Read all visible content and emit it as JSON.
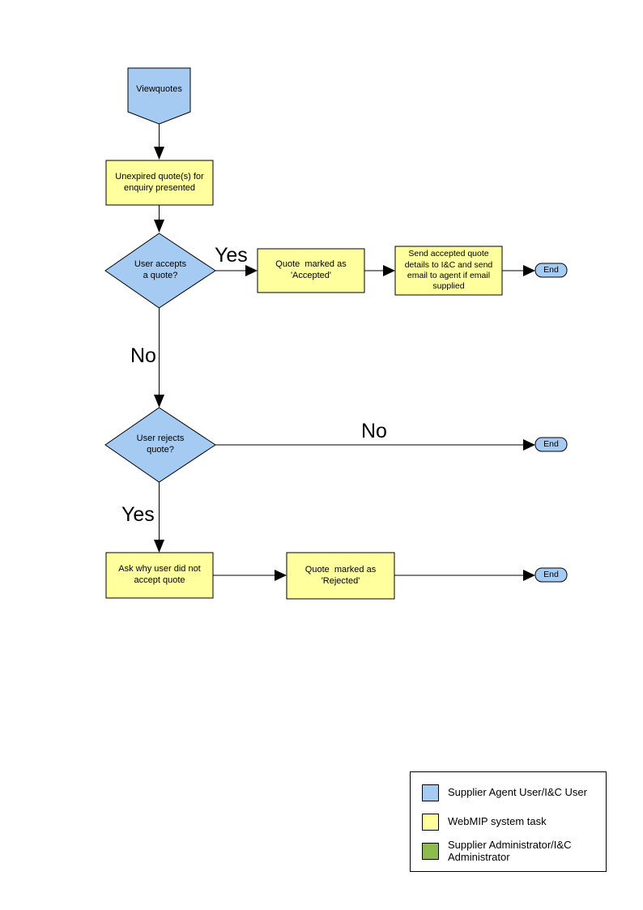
{
  "colors": {
    "actor_blue": "#A6CBF3",
    "task_yellow": "#FFFF9E",
    "admin_green": "#8EBB4D",
    "outline": "#000000",
    "connector_black": "#000000",
    "background": "#FFFFFF"
  },
  "nodes": {
    "start": {
      "label": "Viewquotes",
      "type": "start-pentagon"
    },
    "present": {
      "label": "Unexpired quote(s) for\nenquiry presented",
      "type": "task"
    },
    "accept_decision": {
      "label": "User accepts\na quote?",
      "type": "decision"
    },
    "mark_accepted": {
      "label": "Quote  marked as\n'Accepted'",
      "type": "task"
    },
    "send_details": {
      "label": "Send accepted quote\ndetails to I&C and send\nemail to agent if email\nsupplied",
      "type": "task"
    },
    "end_accept": {
      "label": "End",
      "type": "terminator"
    },
    "reject_decision": {
      "label": "User rejects\nquote?",
      "type": "decision"
    },
    "end_reject_no": {
      "label": "End",
      "type": "terminator"
    },
    "ask_why": {
      "label": "Ask why user did not\naccept quote",
      "type": "task"
    },
    "mark_rejected": {
      "label": "Quote  marked as\n'Rejected'",
      "type": "task"
    },
    "end_rejected": {
      "label": "End",
      "type": "terminator"
    }
  },
  "edge_labels": {
    "accept_yes": "Yes",
    "accept_no": "No",
    "reject_no": "No",
    "reject_yes": "Yes"
  },
  "legend": {
    "items": [
      {
        "swatch_color": "#A6CBF3",
        "label": "Supplier Agent User/I&C User"
      },
      {
        "swatch_color": "#FFFF9E",
        "label": "WebMIP system task"
      },
      {
        "swatch_color": "#8EBB4D",
        "label": "Supplier Administrator/I&C Administrator"
      }
    ]
  }
}
